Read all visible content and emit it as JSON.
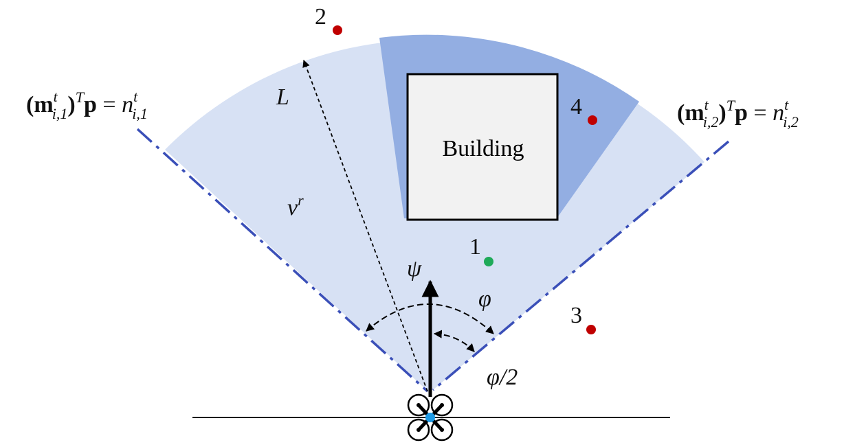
{
  "colors": {
    "sector_fill": "#d7e1f4",
    "shadow_fill": "#93aee2",
    "boundary_line": "#3a4fb8",
    "building_fill": "#f2f2f2",
    "point_red": "#c00000",
    "point_green": "#1faa59",
    "drone_center": "#1e9be6"
  },
  "labels": {
    "building": "Building",
    "L": "L",
    "v": "v",
    "v_sup": "r",
    "psi": "ψ",
    "phi": "φ",
    "phi_half": "φ/2"
  },
  "points": [
    {
      "id": "1",
      "color_key": "point_green"
    },
    {
      "id": "2",
      "color_key": "point_red"
    },
    {
      "id": "3",
      "color_key": "point_red"
    },
    {
      "id": "4",
      "color_key": "point_red"
    }
  ],
  "equations": {
    "left": {
      "open": "(",
      "m": "m",
      "m_sup": "t",
      "m_sub": "i,1",
      "close": ")",
      "T": "T",
      "p": "p",
      "eqsign": " = ",
      "n": "n",
      "n_sup": "t",
      "n_sub": "i,1"
    },
    "right": {
      "open": "(",
      "m": "m",
      "m_sup": "t",
      "m_sub": "i,2",
      "close": ")",
      "T": "T",
      "p": "p",
      "eqsign": " = ",
      "n": "n",
      "n_sup": "t",
      "n_sub": "i,2"
    }
  },
  "icons": {
    "drone": "quadcopter-icon"
  }
}
